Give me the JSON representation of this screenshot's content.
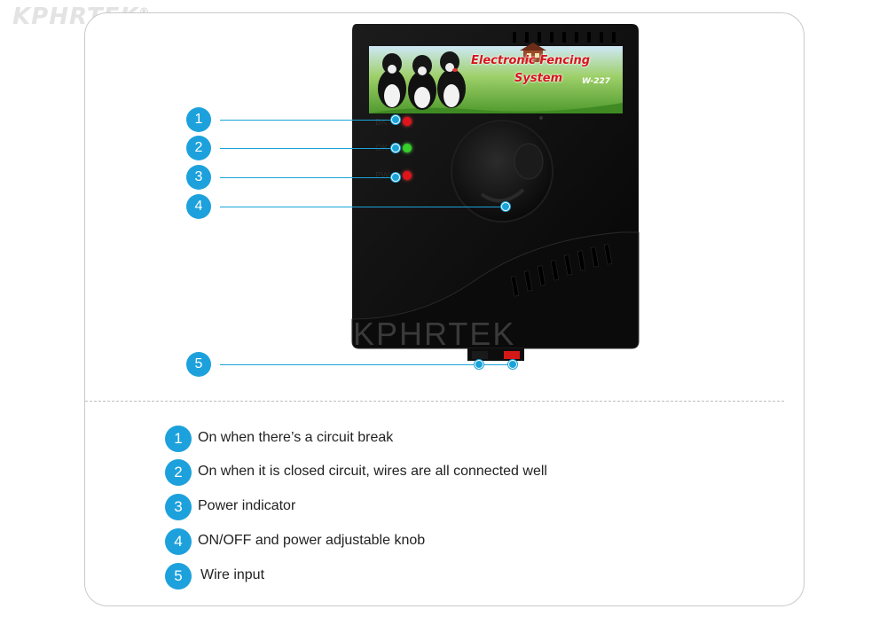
{
  "brand": {
    "name": "KPHRTEK",
    "registered": "®"
  },
  "device": {
    "sticker_title_line1": "Electronic Fencing",
    "sticker_title_line2": "System",
    "model": "W-227",
    "labels": {
      "led1": "BK",
      "led2": "OK",
      "led3": "PW"
    },
    "watermark": "KPHRTEK",
    "led_colors": {
      "led1": "#e0141c",
      "led2": "#37d12b",
      "led3": "#e0141c"
    }
  },
  "callouts": [
    "1",
    "2",
    "3",
    "4",
    "5"
  ],
  "legend": [
    {
      "number": "1",
      "text": "On when there’s a circuit break"
    },
    {
      "number": "2",
      "text": "On when it is closed circuit, wires are all connected well"
    },
    {
      "number": "3",
      "text": "Power indicator"
    },
    {
      "number": "4",
      "text": "ON/OFF and power adjustable knob"
    },
    {
      "number": "5",
      "text": "Wire input"
    }
  ],
  "colors": {
    "accent": "#1da1dc",
    "device_body": "#111111"
  }
}
